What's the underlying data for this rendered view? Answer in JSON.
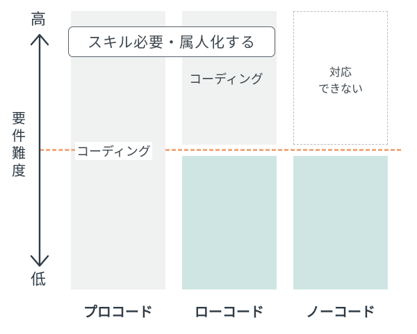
{
  "axis": {
    "top_label": "高",
    "bottom_label": "低",
    "difficulty_chars": [
      "要",
      "件",
      "難",
      "度"
    ]
  },
  "badge": {
    "label": "スキル必要・属人化する"
  },
  "columns": [
    {
      "label": "プロコード",
      "inner_text": "コーディング"
    },
    {
      "label": "ローコード",
      "inner_text": "コーディング"
    },
    {
      "label": "ノーコード",
      "inner_text_lines": [
        "対応",
        "できない"
      ]
    }
  ],
  "colors": {
    "column_background": "#f0f2f1",
    "covered_fill": "#cfe5e4",
    "threshold_line": "#f0a97e",
    "text": "#2f3b45"
  }
}
